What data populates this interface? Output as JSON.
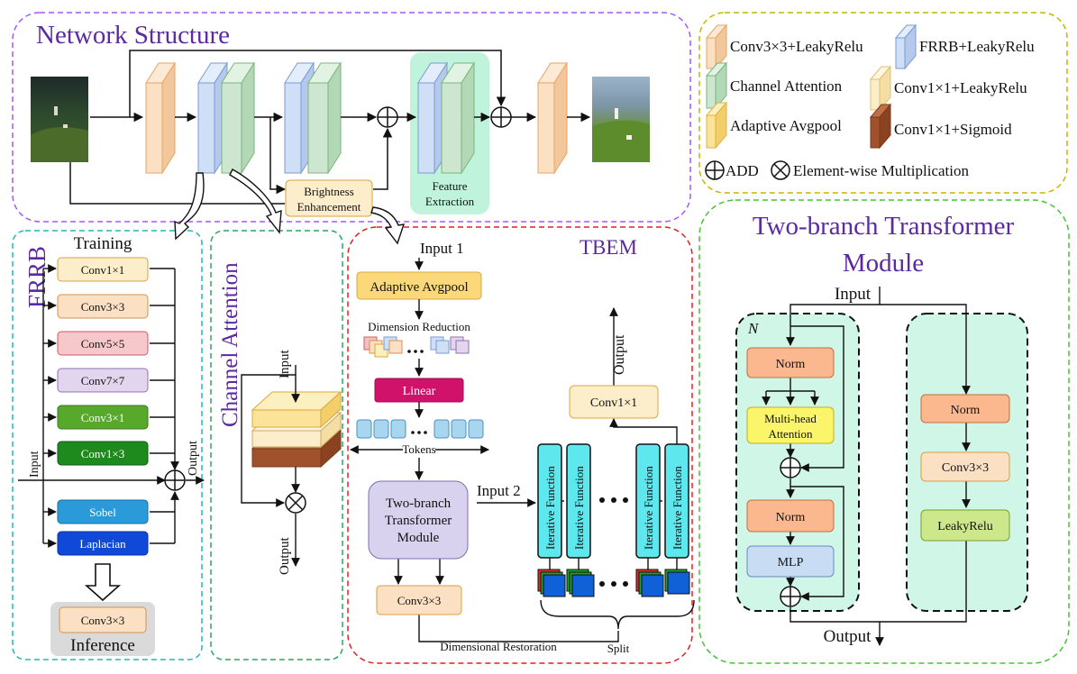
{
  "network": {
    "title": "Network Structure",
    "brightness_1": "Brightness",
    "brightness_2": "Enhancement",
    "feature_1": "Feature",
    "feature_2": "Extraction"
  },
  "legend": {
    "conv3_leaky": "Conv3×3+LeakyRelu",
    "frrb_leaky": "FRRB+LeakyRelu",
    "channel_attention": "Channel Attention",
    "conv1_leaky": "Conv1×1+LeakyRelu",
    "adaptive_avgpool": "Adaptive Avgpool",
    "conv1_sigmoid": "Conv1×1+Sigmoid",
    "add_mult": "ADD   Element-wise Multiplication",
    "add": "ADD",
    "mult": "Element-wise Multiplication"
  },
  "frrb": {
    "title": "FRRB",
    "training": "Training",
    "input": "Input",
    "output": "Output",
    "conv1x1": "Conv1×1",
    "conv3x3": "Conv3×3",
    "conv5x5": "Conv5×5",
    "conv7x7": "Conv7×7",
    "conv3x1": "Conv3×1",
    "conv1x3": "Conv1×3",
    "sobel": "Sobel",
    "laplacian": "Laplacian",
    "inference_conv": "Conv3×3",
    "inference": "Inference"
  },
  "channel_attention": {
    "title": "Channel Attention",
    "input": "Input",
    "output": "Output"
  },
  "tbem": {
    "title": "TBEM",
    "input1": "Input 1",
    "avgpool": "Adaptive Avgpool",
    "dim_reduction": "Dimension Reduction",
    "linear": "Linear",
    "tokens": "Tokens",
    "tbtm_1": "Two-branch",
    "tbtm_2": "Transformer",
    "tbtm_3": "Module",
    "conv3x3": "Conv3×3",
    "dim_restoration": "Dimensional Restoration",
    "split": "Split",
    "input2": "Input 2",
    "iterative": "Iterative Function",
    "conv1x1": "Conv1×1",
    "output": "Output"
  },
  "tbtm": {
    "title_1": "Two-branch Transformer",
    "title_2": "Module",
    "input": "Input",
    "n": "N",
    "norm1": "Norm",
    "mha_1": "Multi-head",
    "mha_2": "Attention",
    "norm2": "Norm",
    "mlp": "MLP",
    "norm3": "Norm",
    "conv3x3": "Conv3×3",
    "leaky": "LeakyRelu",
    "output": "Output"
  },
  "colors": {
    "conv3": "#fbe0c4",
    "frrb": "#cfdff5",
    "ca": "#cde6cf",
    "conv1": "#fdeecb",
    "avgpool": "#fbe39a",
    "sigmoid": "#a0522d",
    "purple": "#5a2aa0",
    "norm": "#fbb88f",
    "mint": "#cff6e6"
  }
}
